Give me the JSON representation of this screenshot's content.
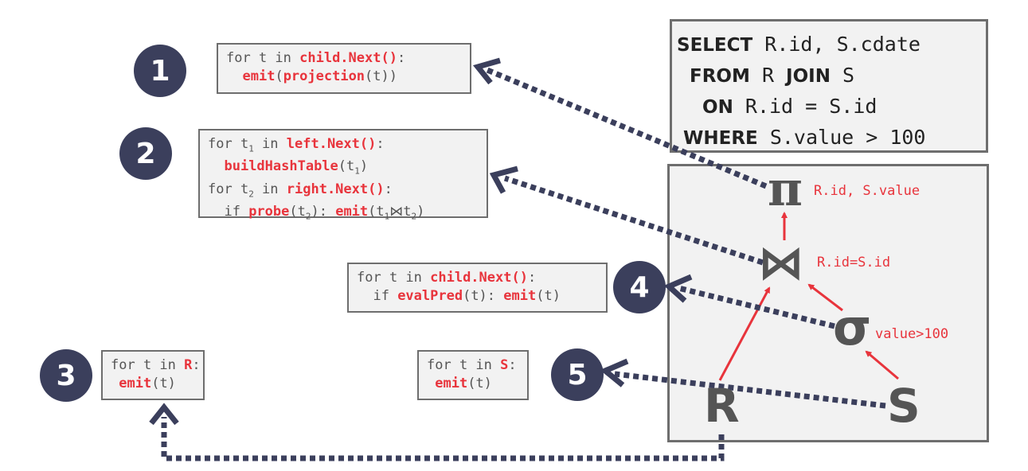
{
  "badges": [
    "1",
    "2",
    "3",
    "4",
    "5"
  ],
  "code1": {
    "l1a": "for t in ",
    "l1b": "child.Next()",
    "l1c": ":",
    "l2a": "  ",
    "l2b": "emit",
    "l2c": "(",
    "l2d": "projection",
    "l2e": "(t))"
  },
  "code2": {
    "l1a": "for t",
    "l1sub": "1",
    "l1b": " in ",
    "l1c": "left.Next()",
    "l1d": ":",
    "l2a": "  ",
    "l2b": "buildHashTable",
    "l2c": "(t",
    "l2sub": "1",
    "l2d": ")",
    "l3a": "for t",
    "l3sub": "2",
    "l3b": " in ",
    "l3c": "right.Next()",
    "l3d": ":",
    "l4a": "  if ",
    "l4b": "probe",
    "l4c": "(t",
    "l4sub": "2",
    "l4d": "): ",
    "l4e": "emit",
    "l4f": "(t",
    "l4sub2": "1",
    "l4g": "⋈",
    "l4h": "t",
    "l4sub3": "2",
    "l4i": ")"
  },
  "code3": {
    "l1a": "for t in ",
    "l1b": "R",
    "l1c": ":",
    "l2a": " ",
    "l2b": "emit",
    "l2c": "(t)"
  },
  "code4": {
    "l1a": "for t in ",
    "l1b": "child.Next()",
    "l1c": ":",
    "l2a": "  if ",
    "l2b": "evalPred",
    "l2c": "(t): ",
    "l2d": "emit",
    "l2e": "(t)"
  },
  "code5": {
    "l1a": "for t in ",
    "l1b": "S",
    "l1c": ":",
    "l2a": " ",
    "l2b": "emit",
    "l2c": "(t)"
  },
  "sql": {
    "select_kw": "SELECT",
    "select_val": " R.id, S.cdate",
    "from_kw": "  FROM",
    "from_a": " R ",
    "join_kw": "JOIN",
    "from_b": " S",
    "on_kw": "    ON",
    "on_val": " R.id = S.id",
    "where_kw": " WHERE",
    "where_val": " S.value > 100"
  },
  "plan": {
    "pi_symbol": "π",
    "pi_label": "R.id, S.value",
    "join_symbol": "⋈",
    "join_label": "R.id=S.id",
    "sigma_symbol": "σ",
    "sigma_label": "value>100",
    "r_label": "R",
    "s_label": "S"
  },
  "colors": {
    "badge": "#3b3f5c",
    "highlight": "#e8343c",
    "arrow": "#3b3f5c",
    "box_bg": "#f2f2f2",
    "box_border": "#6e6e6e"
  }
}
